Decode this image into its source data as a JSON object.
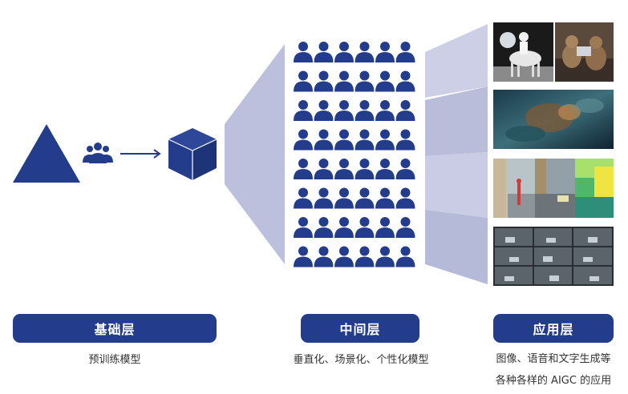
{
  "colors": {
    "primary": "#243c8c",
    "funnel": "#bcc0dc",
    "funnel_dark": "#9ea3cb",
    "label_bg": "#243c8c",
    "label_text": "#ffffff",
    "caption_text": "#333333"
  },
  "icons": {
    "base_shape": "triangle-icon",
    "group": "people-group-icon",
    "arrow": "right-arrow-icon",
    "model": "cube-icon",
    "person": "person-icon"
  },
  "people_grid": {
    "rows": 8,
    "columns": 6
  },
  "layers": {
    "base": {
      "label": "基础层",
      "caption": "预训练模型"
    },
    "middle": {
      "label": "中间层",
      "caption": "垂直化、场景化、个性化模型"
    },
    "application": {
      "label": "应用层",
      "caption_line1": "图像、语音和文字生成等",
      "caption_line2": "各种各样的 AIGC 的应用"
    }
  },
  "application_images": [
    {
      "name": "astronaut-on-horse-and-bears-image"
    },
    {
      "name": "fantasy-art-image"
    },
    {
      "name": "street-scene-segmentation-image"
    },
    {
      "name": "autonomous-driving-grid-image"
    }
  ]
}
